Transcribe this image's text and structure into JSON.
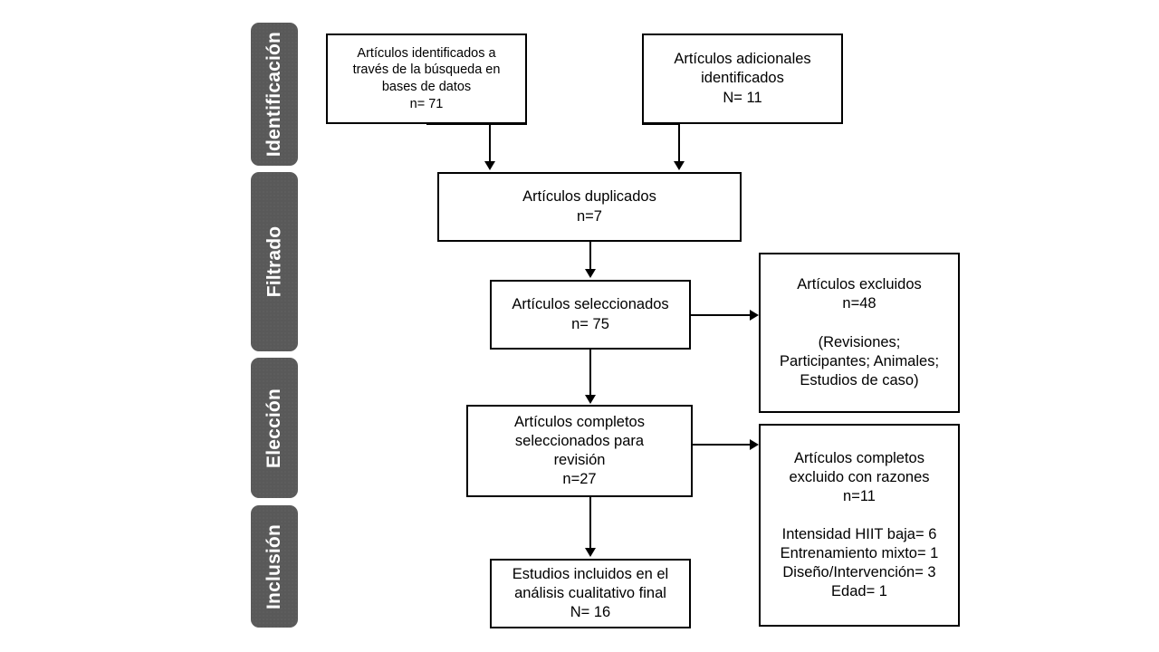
{
  "diagram": {
    "title": "PRISMA flow diagram",
    "language": "es",
    "colors": {
      "stage_bar": "#595959",
      "stage_label_text": "#ffffff",
      "box_border": "#000000",
      "box_fill": "#ffffff",
      "connector": "#000000"
    }
  },
  "stages": [
    {
      "id": "identificacion",
      "label": "Identificación"
    },
    {
      "id": "filtrado",
      "label": "Filtrado"
    },
    {
      "id": "eleccion",
      "label": "Elección"
    },
    {
      "id": "inclusion",
      "label": "Inclusión"
    }
  ],
  "boxes": {
    "records_identified": {
      "text": "Artículos  identificados a\ntravés de la búsqueda en\nbases de datos\nn= 71",
      "count_label": "n= 71",
      "count": 71
    },
    "additional_records": {
      "text": "Artículos adicionales\nidentificados\nN= 11",
      "count_label": "N= 11",
      "count": 11
    },
    "duplicates": {
      "text": "Artículos duplicados\nn=7",
      "count_label": "n=7",
      "count": 7
    },
    "screened": {
      "text": "Artículos seleccionados\nn= 75",
      "count_label": "n= 75",
      "count": 75
    },
    "excluded": {
      "text": "Artículos excluidos\nn=48\n\n(Revisiones;\nParticipantes; Animales;\nEstudios de caso)",
      "count_label": "n=48",
      "count": 48,
      "reasons": [
        "Revisiones",
        "Participantes",
        "Animales",
        "Estudios de caso"
      ]
    },
    "fulltext_assessed": {
      "text": "Artículos completos\nseleccionados para\nrevisión\nn=27",
      "count_label": "n=27",
      "count": 27
    },
    "fulltext_excluded": {
      "text": "Artículos completos\nexcluido con razones\nn=11\n\nIntensidad HIIT baja= 6\nEntrenamiento mixto= 1\nDiseño/Intervención= 3\nEdad= 1",
      "count_label": "n=11",
      "count": 11,
      "reasons": [
        {
          "label": "Intensidad HIIT baja",
          "value": 6
        },
        {
          "label": "Entrenamiento mixto",
          "value": 1
        },
        {
          "label": "Diseño/Intervención",
          "value": 3
        },
        {
          "label": "Edad",
          "value": 1
        }
      ]
    },
    "included": {
      "text": "Estudios incluidos en el\nanálisis cualitativo final\nN= 16",
      "count_label": "N= 16",
      "count": 16
    }
  }
}
